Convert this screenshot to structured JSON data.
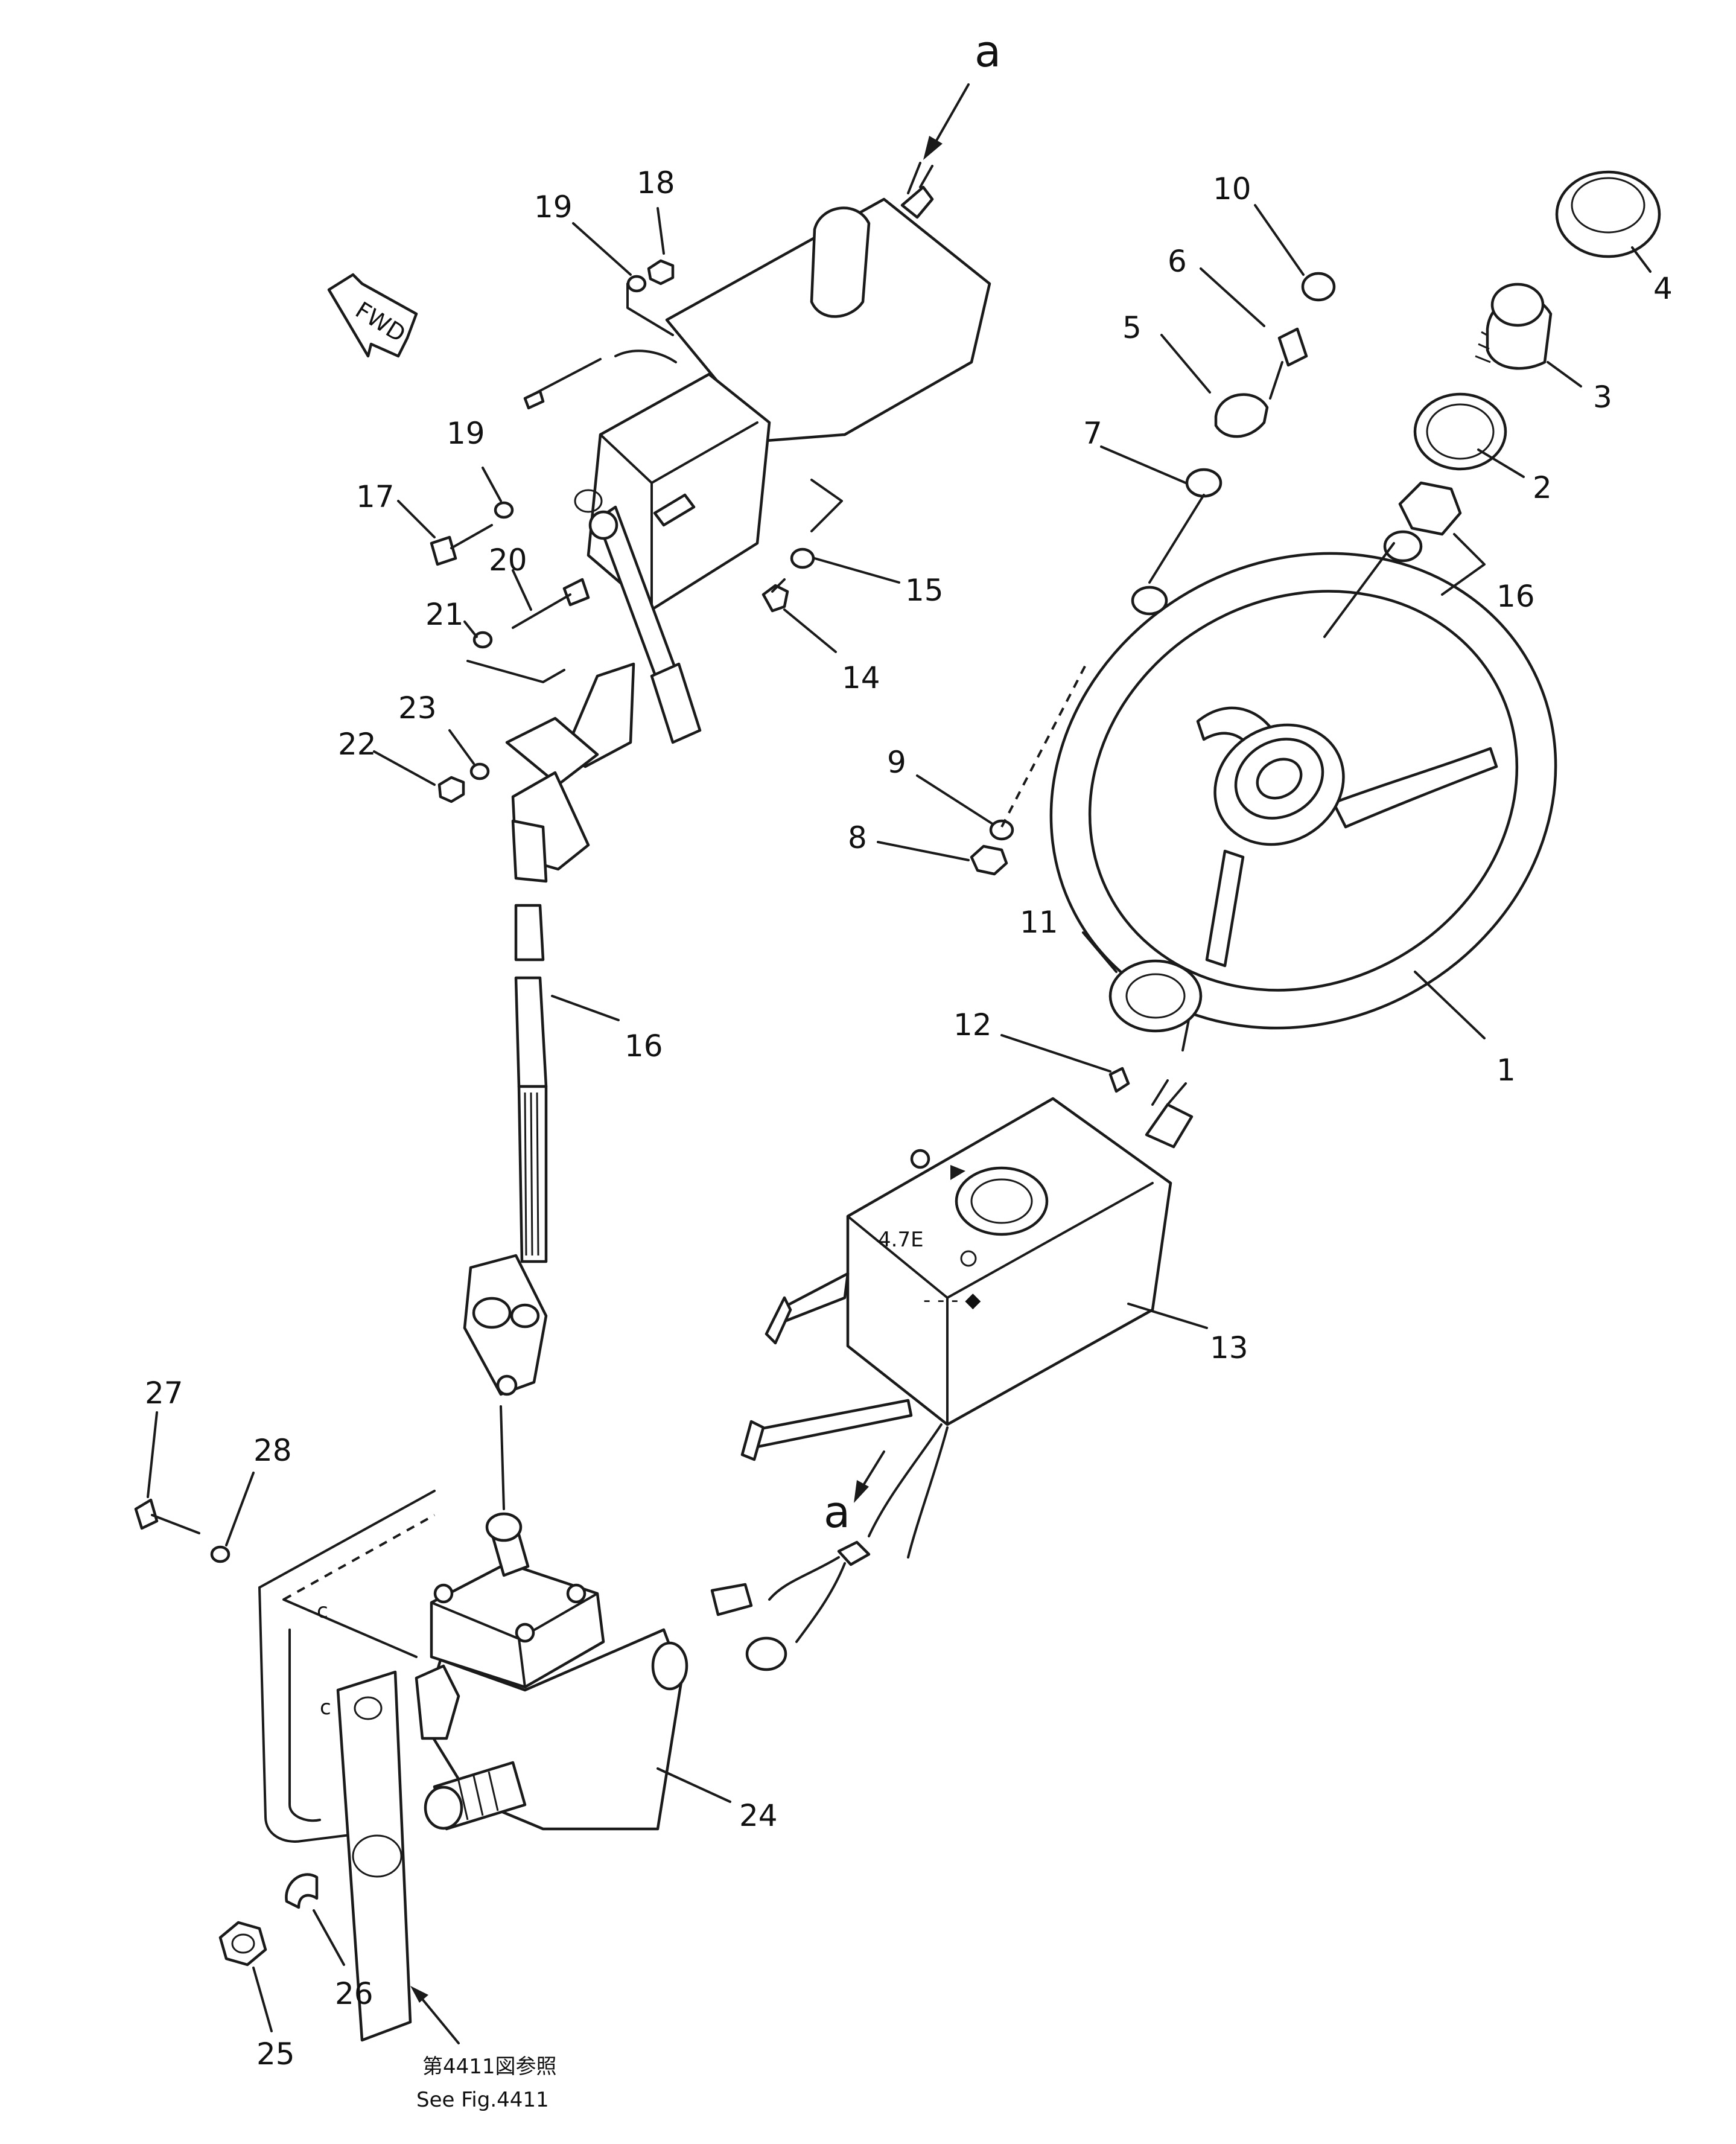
{
  "callouts": [
    {
      "id": "1",
      "text": "1"
    },
    {
      "id": "2",
      "text": "2"
    },
    {
      "id": "3",
      "text": "3"
    },
    {
      "id": "4",
      "text": "4"
    },
    {
      "id": "5",
      "text": "5"
    },
    {
      "id": "6",
      "text": "6"
    },
    {
      "id": "7",
      "text": "7"
    },
    {
      "id": "8",
      "text": "8"
    },
    {
      "id": "9",
      "text": "9"
    },
    {
      "id": "10",
      "text": "10"
    },
    {
      "id": "11",
      "text": "11"
    },
    {
      "id": "12",
      "text": "12"
    },
    {
      "id": "13",
      "text": "13"
    },
    {
      "id": "14",
      "text": "14"
    },
    {
      "id": "15",
      "text": "15"
    },
    {
      "id": "16a",
      "text": "16"
    },
    {
      "id": "16b",
      "text": "16"
    },
    {
      "id": "17",
      "text": "17"
    },
    {
      "id": "18",
      "text": "18"
    },
    {
      "id": "19a",
      "text": "19"
    },
    {
      "id": "19b",
      "text": "19"
    },
    {
      "id": "20",
      "text": "20"
    },
    {
      "id": "21",
      "text": "21"
    },
    {
      "id": "22",
      "text": "22"
    },
    {
      "id": "23",
      "text": "23"
    },
    {
      "id": "24",
      "text": "24"
    },
    {
      "id": "25",
      "text": "25"
    },
    {
      "id": "26",
      "text": "26"
    },
    {
      "id": "27",
      "text": "27"
    },
    {
      "id": "28",
      "text": "28"
    }
  ],
  "connection_marks": {
    "top": "a",
    "bottom": "a"
  },
  "direction_tag": "FWD",
  "reference_note": {
    "japanese": "第4411図参照",
    "english": "See Fig.4411"
  },
  "gauge_marks": {
    "upper": "4.7E",
    "lower": "- - - ◆"
  }
}
